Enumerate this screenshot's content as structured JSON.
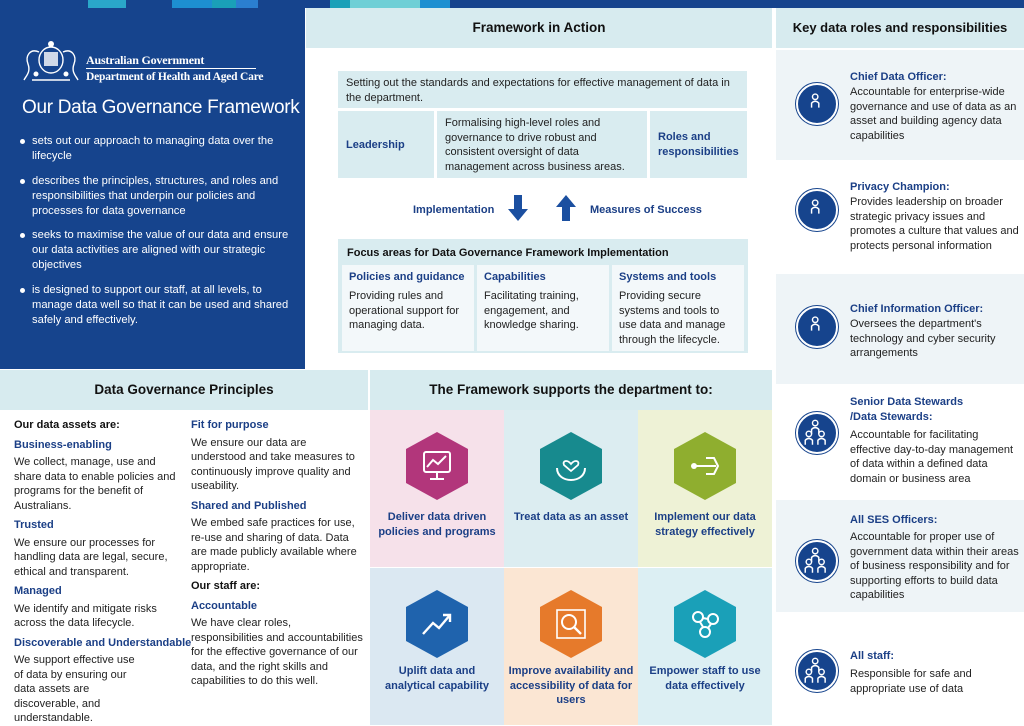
{
  "header_left": {
    "govt_line1": "Australian Government",
    "govt_line2": "Department of Health and Aged Care",
    "title": "Our Data Governance Framework",
    "bullets": [
      "sets out our approach to managing data over the lifecycle",
      "describes the principles, structures, and roles and responsibilities that underpin our policies and processes for data governance",
      "seeks to maximise the value of our data and ensure our data activities are aligned with our strategic objectives",
      "is designed to support our staff, at all levels, to manage data well so that it can be used and shared safely and effectively."
    ]
  },
  "framework_in_action": {
    "title": "Framework in Action",
    "intro": "Setting out the standards and expectations for effective management of data in the department.",
    "leadership": "Leadership",
    "middle": "Formalising high-level roles and governance to drive robust and consistent oversight of data management across business areas.",
    "roles_label": "Roles and responsibilities",
    "implementation": "Implementation",
    "measures": "Measures of Success",
    "focus": {
      "title": "Focus areas for Data Governance Framework Implementation",
      "cols": [
        {
          "title": "Policies and guidance",
          "desc": "Providing rules and operational support for managing data."
        },
        {
          "title": "Capabilities",
          "desc": "Facilitating training, engagement, and knowledge sharing."
        },
        {
          "title": "Systems and tools",
          "desc": "Providing secure systems and tools to use data and manage through the lifecycle."
        }
      ]
    }
  },
  "roles": {
    "title": "Key data roles and responsibilities",
    "items": [
      {
        "title": "Chief Data Officer:",
        "desc": "Accountable for enterprise-wide governance and use of data as an asset and building agency data capabilities",
        "icon": "person-icon"
      },
      {
        "title": "Privacy Champion:",
        "desc": "Provides leadership on broader strategic privacy issues and promotes a culture that values and protects personal information",
        "icon": "person-icon"
      },
      {
        "title": "Chief Information Officer:",
        "desc": "Oversees the department's technology and cyber security arrangements",
        "icon": "person-icon"
      },
      {
        "title": "Senior Data Stewards /Data Stewards:",
        "desc": "Accountable for facilitating effective day-to-day management of data within a defined data domain or business area",
        "icon": "group-icon"
      },
      {
        "title": "All SES Officers:",
        "desc": "Accountable for proper use of government data within their areas of business responsibility and for supporting efforts to build data capabilities",
        "icon": "group-icon"
      },
      {
        "title": "All staff:",
        "desc": "Responsible for safe and appropriate use of data",
        "icon": "group-icon"
      }
    ]
  },
  "principles": {
    "title": "Data Governance Principles",
    "assets_heading": "Our data assets are:",
    "staff_heading": "Our staff are:",
    "left": [
      {
        "title": "Business-enabling",
        "desc": "We collect, manage, use and share data to enable policies and programs for the benefit of Australians."
      },
      {
        "title": "Trusted",
        "desc": "We ensure our processes for handling data are legal, secure, ethical and transparent."
      },
      {
        "title": "Managed",
        "desc": "We identify and mitigate risks across the data lifecycle."
      },
      {
        "title": "Discoverable and Understandable",
        "desc": "We support effective use of data by ensuring our data assets are discoverable, and understandable."
      }
    ],
    "right": [
      {
        "title": "Fit for purpose",
        "desc": "We ensure our data are understood and take measures to continuously improve quality and useability."
      },
      {
        "title": "Shared and Published",
        "desc": "We embed safe practices for use, re-use and sharing of data. Data are made publicly available where appropriate."
      }
    ],
    "staff": {
      "title": "Accountable",
      "desc": "We have clear roles, responsibilities and accountabilities for the effective governance of our data, and the right skills and capabilities to do this well."
    }
  },
  "supports": {
    "title": "The Framework supports the department to:",
    "tiles": [
      {
        "label": "Deliver data driven policies and programs",
        "icon": "chart-monitor-icon",
        "bg": "#f6e1ea",
        "hex": "#b2367b"
      },
      {
        "label": "Treat data as an asset",
        "icon": "hands-heart-icon",
        "bg": "#dcedf1",
        "hex": "#178a8e"
      },
      {
        "label": "Implement our data strategy effectively",
        "icon": "share-icon",
        "bg": "#eef2d6",
        "hex": "#8fae2f"
      },
      {
        "label": "Uplift data and analytical capability",
        "icon": "trend-up-icon",
        "bg": "#dbe8f2",
        "hex": "#1f63ad"
      },
      {
        "label": "Improve availability and accessibility of data for users",
        "icon": "search-icon",
        "bg": "#fbe6d3",
        "hex": "#e67a2b"
      },
      {
        "label": "Empower staff to use data effectively",
        "icon": "network-icon",
        "bg": "#dceff3",
        "hex": "#1aa0b8"
      }
    ]
  }
}
